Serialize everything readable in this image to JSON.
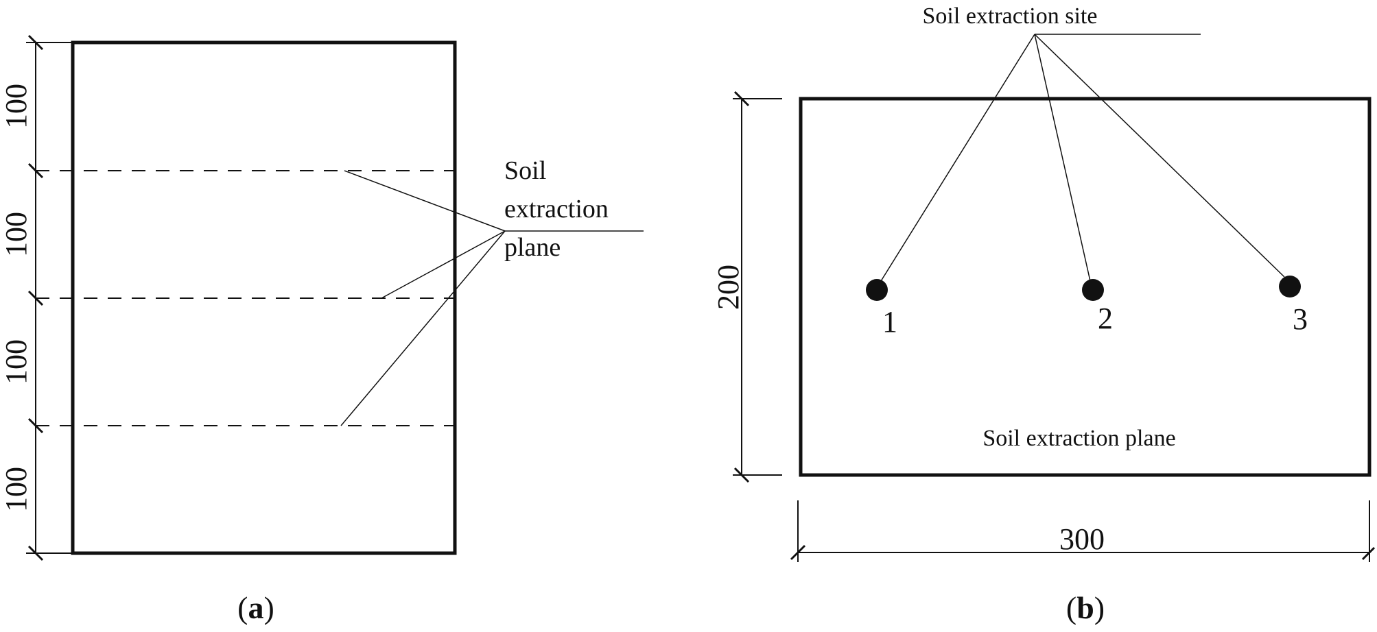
{
  "panel_a": {
    "dimension_labels": [
      "100",
      "100",
      "100",
      "100"
    ],
    "annotation": [
      "Soil",
      "extraction",
      "plane"
    ],
    "caption": {
      "open": "(",
      "letter": "a",
      "close": ")"
    }
  },
  "panel_b": {
    "site_label": "Soil extraction site",
    "plane_label": "Soil extraction plane",
    "height_label": "200",
    "width_label": "300",
    "points": [
      "1",
      "2",
      "3"
    ],
    "caption": {
      "open": "(",
      "letter": "b",
      "close": ")"
    }
  }
}
